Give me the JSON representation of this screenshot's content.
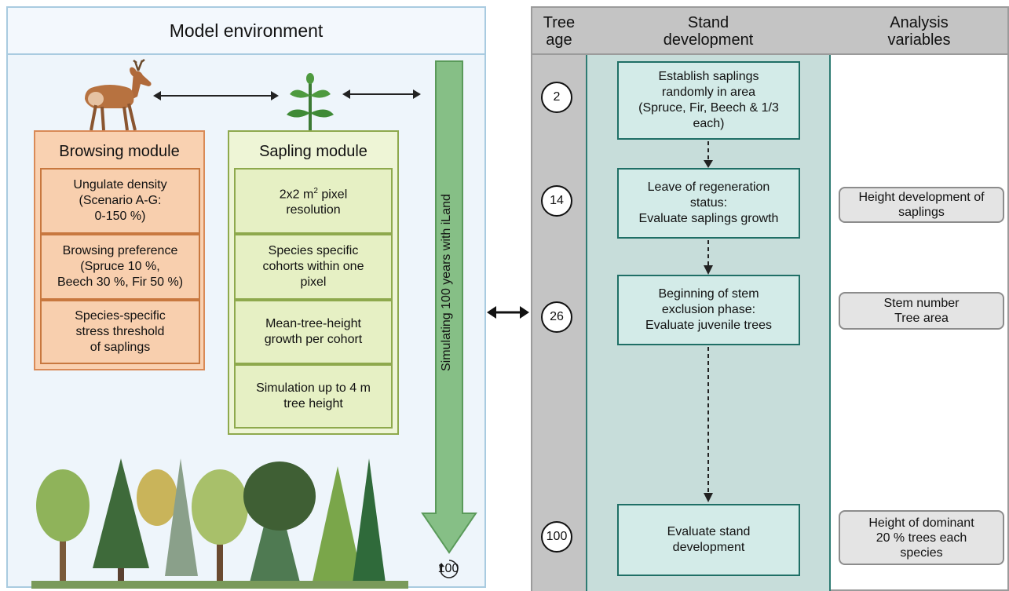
{
  "model_environment": {
    "title": "Model environment",
    "simulation_label": "Simulating 100 years with iLand",
    "simulation_end_year": "100",
    "browsing_module": {
      "title": "Browsing module",
      "items": [
        {
          "lines": [
            "Ungulate density",
            "(Scenario A-G:",
            "0-150 %)"
          ]
        },
        {
          "lines": [
            "Browsing preference",
            "(Spruce 10 %,",
            "Beech 30 %, Fir 50 %)"
          ]
        },
        {
          "lines": [
            "Species-specific",
            "stress threshold",
            "of saplings"
          ]
        }
      ]
    },
    "sapling_module": {
      "title": "Sapling module",
      "resolution_pre": "2x2 m",
      "resolution_sup": "2",
      "resolution_post": " pixel",
      "resolution_line2": "resolution",
      "items": [
        {
          "lines": [
            "Species specific",
            "cohorts within one",
            "pixel"
          ]
        },
        {
          "lines": [
            "Mean-tree-height",
            "growth per cohort"
          ]
        },
        {
          "lines": [
            "Simulation up to 4 m",
            "tree height"
          ]
        }
      ]
    },
    "colors": {
      "browsing_fill": "#f9d1b1",
      "sapling_fill": "#eef5d6",
      "simulation_arrow": "#86bf86"
    }
  },
  "stand_table": {
    "headers": {
      "age": [
        "Tree",
        "age"
      ],
      "stand": [
        "Stand",
        "development"
      ],
      "analysis": [
        "Analysis",
        "variables"
      ]
    },
    "stages": [
      {
        "age": "2",
        "text": [
          "Establish saplings",
          "randomly in area",
          "(Spruce, Fir, Beech & 1/3",
          "each)"
        ],
        "variables": []
      },
      {
        "age": "14",
        "text": [
          "Leave of regeneration",
          "status:",
          "Evaluate saplings growth"
        ],
        "variables": [
          "Height development of",
          "saplings"
        ]
      },
      {
        "age": "26",
        "text": [
          "Beginning of stem",
          "exclusion phase:",
          "Evaluate juvenile trees"
        ],
        "variables": [
          "Stem number",
          "Tree area"
        ]
      },
      {
        "age": "100",
        "text": [
          "Evaluate stand",
          "development"
        ],
        "variables": [
          "Height of dominant",
          "20 % trees each",
          "species"
        ]
      }
    ]
  }
}
